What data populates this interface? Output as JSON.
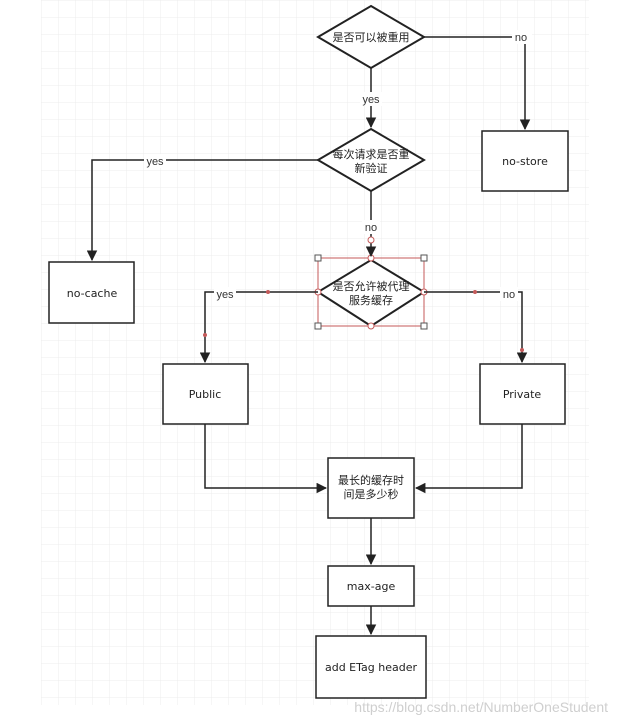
{
  "nodes": {
    "reuse": "是否可以被重用",
    "revalidate_1": "每次请求是否重",
    "revalidate_2": "新验证",
    "proxy_1": "是否允许被代理",
    "proxy_2": "服务缓存",
    "no_store": "no-store",
    "no_cache": "no-cache",
    "public": "Public",
    "private": "Private",
    "max_time_1": "最长的缓存时",
    "max_time_2": "间是多少秒",
    "max_age": "max-age",
    "etag": "add ETag header"
  },
  "edges": {
    "reuse_no": "no",
    "reuse_yes": "yes",
    "revalidate_yes": "yes",
    "revalidate_no": "no",
    "proxy_yes": "yes",
    "proxy_no": "no"
  },
  "watermark": "https://blog.csdn.net/NumberOneStudent",
  "colors": {
    "grid": "#e6e6e6",
    "stroke": "#222222",
    "selection": "#c45a5a"
  }
}
